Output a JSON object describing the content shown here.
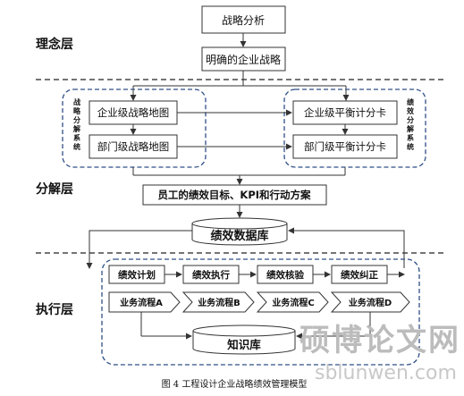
{
  "layers": {
    "concept": "理念层",
    "decompose": "分解层",
    "execute": "执行层"
  },
  "nodes": {
    "strategy_analysis": "战略分析",
    "clear_strategy": "明确的企业战略",
    "enterprise_map": "企业级战略地图",
    "department_map": "部门级战略地图",
    "enterprise_bsc": "企业级平衡计分卡",
    "department_bsc": "部门级平衡计分卡",
    "employee_goals": "员工的绩效目标、KPI和行动方案",
    "perf_db": "绩效数据库",
    "knowledge_db": "知识库"
  },
  "systems": {
    "strategy_decomp": [
      "战",
      "略",
      "分",
      "解",
      "系",
      "统"
    ],
    "perf_decomp": [
      "绩",
      "效",
      "分",
      "解",
      "系",
      "统"
    ]
  },
  "process_steps": [
    "绩效计划",
    "绩效执行",
    "绩效核验",
    "绩效纠正"
  ],
  "business_flows": [
    "业务流程A",
    "业务流程B",
    "业务流程C",
    "业务流程D"
  ],
  "caption": "图 4    工程设计企业战略绩效管理模型",
  "watermark": {
    "cn": "硕博论文网",
    "url": "sblunwen.com"
  }
}
